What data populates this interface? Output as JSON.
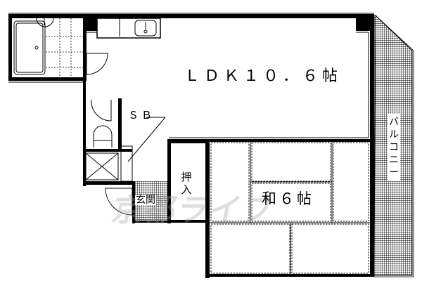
{
  "floor_plan": {
    "rooms": [
      {
        "id": "ldk",
        "label": "ＬＤＫ１０．６帖",
        "type": "living-dining-kitchen",
        "size_jo": 10.6
      },
      {
        "id": "washitsu",
        "label": "和６帖",
        "type": "japanese-tatami-room",
        "size_jo": 6
      },
      {
        "id": "sb",
        "label": "ＳＢ",
        "type": "shoe-box"
      },
      {
        "id": "oshiire",
        "label": "押入",
        "type": "closet"
      },
      {
        "id": "genkan",
        "label": "玄関",
        "type": "entrance"
      },
      {
        "id": "balcony",
        "label": "バルコニー",
        "type": "balcony"
      },
      {
        "id": "bathroom",
        "label": "",
        "type": "unit-bath"
      },
      {
        "id": "toilet",
        "label": "",
        "type": "toilet"
      },
      {
        "id": "kitchen",
        "label": "",
        "type": "kitchen-counter"
      }
    ],
    "watermark": "京都ライフ",
    "colors": {
      "line": "#000000",
      "background": "#ffffff",
      "watermark": "#d0d0d0"
    }
  }
}
